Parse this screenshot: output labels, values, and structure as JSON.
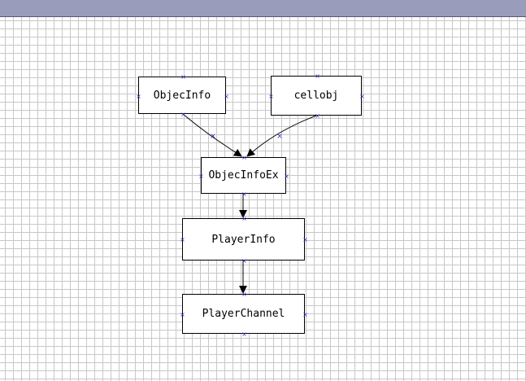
{
  "colors": {
    "titlebar": "#9a9cbc",
    "grid": "#c8c8c8",
    "node_border": "#000000",
    "port_marker": "#2a2ac8",
    "edge": "#000000"
  },
  "diagram": {
    "nodes": [
      {
        "id": "objecinfo",
        "label": "ObjecInfo"
      },
      {
        "id": "cellobj",
        "label": "cellobj"
      },
      {
        "id": "objecinfoex",
        "label": "ObjecInfoEx"
      },
      {
        "id": "playerinfo",
        "label": "PlayerInfo"
      },
      {
        "id": "playerchannel",
        "label": "PlayerChannel"
      }
    ],
    "edges": [
      {
        "from": "objecinfo",
        "to": "objecinfoex"
      },
      {
        "from": "cellobj",
        "to": "objecinfoex"
      },
      {
        "from": "objecinfoex",
        "to": "playerinfo"
      },
      {
        "from": "playerinfo",
        "to": "playerchannel"
      }
    ]
  }
}
